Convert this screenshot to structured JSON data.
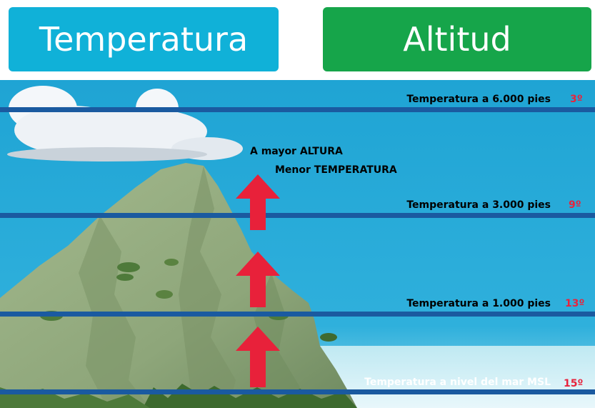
{
  "header": {
    "temperature_label": "Temperatura",
    "altitude_label": "Altitud"
  },
  "annotation": {
    "line1": "A mayor ALTURA",
    "line2": "Menor TEMPERATURA"
  },
  "bands": [
    {
      "label": "Temperatura a 6.000 pies",
      "value": "3º"
    },
    {
      "label": "Temperatura a 3.000 pies",
      "value": "9º"
    },
    {
      "label": "Temperatura a 1.000 pies",
      "value": "13º"
    },
    {
      "label": "Temperatura a nivel del mar MSL",
      "value": "15º"
    }
  ],
  "colors": {
    "temperature_button": "#10b1d8",
    "altitude_button": "#16a54a",
    "sky": "#1da7d6",
    "band_line": "#1a5aa0",
    "value_text": "#e8233c",
    "arrow": "#e8213a",
    "mountain": "#8fa77c"
  },
  "icons": [
    "cloud",
    "mountain",
    "up-arrow"
  ]
}
